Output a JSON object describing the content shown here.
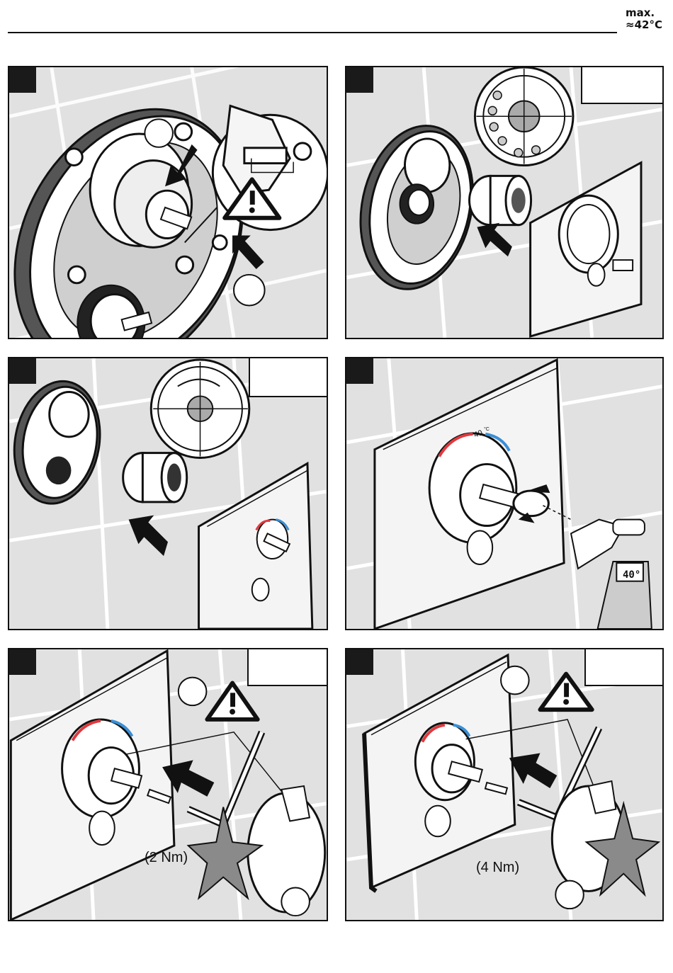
{
  "header": {
    "max_label": "max.",
    "temp_label": "≈42°C"
  },
  "panels": [
    {
      "id": 1,
      "content": "valve-body-clip-install"
    },
    {
      "id": 2,
      "content": "valve-sleeve-and-trim-plate"
    },
    {
      "id": 3,
      "content": "sleeve-install-to-trim"
    },
    {
      "id": 4,
      "content": "temperature-calibration"
    },
    {
      "id": 5,
      "content": "handle-install",
      "torque": "(2 Nm)"
    },
    {
      "id": 6,
      "content": "handle-install",
      "torque": "(4 Nm)"
    }
  ],
  "trim": {
    "temp_mark": "40",
    "degree_mark": "°C",
    "display_reading": "40°"
  },
  "colors": {
    "panel_bg": "#e1e1e1",
    "tile_line": "#ffffff",
    "ink": "#111111",
    "hot": "#e0393e",
    "cold": "#3a8fd6",
    "star": "#8a8a8a"
  }
}
